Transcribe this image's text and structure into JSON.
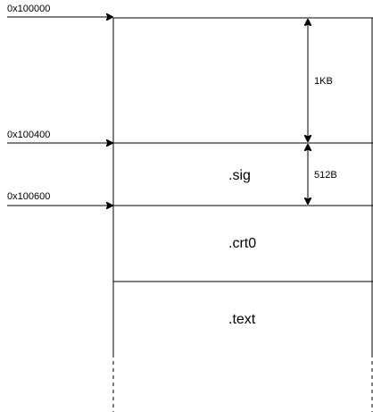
{
  "addresses": [
    {
      "label": "0x100000"
    },
    {
      "label": "0x100400"
    },
    {
      "label": "0x100600"
    }
  ],
  "sections": [
    {
      "label": ""
    },
    {
      "label": ".sig"
    },
    {
      "label": ".crt0"
    },
    {
      "label": ".text"
    }
  ],
  "sizes": [
    {
      "label": "1KB"
    },
    {
      "label": "512B"
    }
  ],
  "colors": {
    "line": "#000000",
    "background": "#ffffff"
  }
}
